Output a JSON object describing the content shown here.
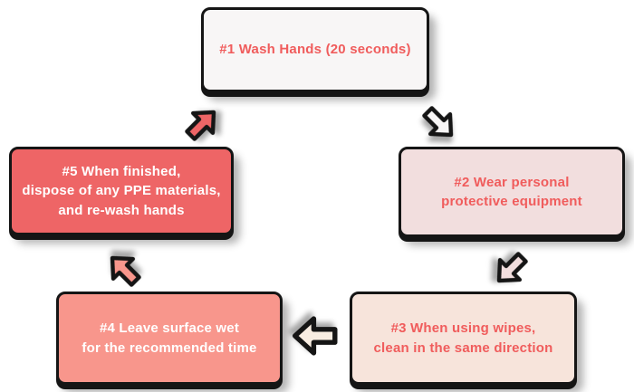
{
  "colors": {
    "background": "#FFFFFF",
    "outline": "#151515",
    "accent_red": "#F05C5C"
  },
  "boxes": [
    {
      "id": "step-1",
      "fill": "#F8F6F6",
      "text_color": "#F05C5C",
      "lines": [
        "#1 Wash Hands (20 seconds)"
      ]
    },
    {
      "id": "step-2",
      "fill": "#F2DEDE",
      "text_color": "#F05C5C",
      "lines": [
        "#2 Wear personal",
        "protective equipment"
      ]
    },
    {
      "id": "step-3",
      "fill": "#F7E4DB",
      "text_color": "#F05C5C",
      "lines": [
        "#3 When using wipes,",
        "clean in the same direction"
      ]
    },
    {
      "id": "step-4",
      "fill": "#F8968C",
      "text_color": "#FFFFFF",
      "lines": [
        "#4 Leave surface wet",
        "for the recommended time"
      ]
    },
    {
      "id": "step-5",
      "fill": "#EE6566",
      "text_color": "#FFFFFF",
      "lines": [
        "#5 When finished,",
        "dispose of any PPE materials,",
        "and re-wash hands"
      ]
    }
  ],
  "arrows": [
    {
      "from": "step-1",
      "to": "step-2",
      "direction": "down-right",
      "fill": "#F8F6F6"
    },
    {
      "from": "step-2",
      "to": "step-3",
      "direction": "down-left",
      "fill": "#F2DEDE"
    },
    {
      "from": "step-3",
      "to": "step-4",
      "direction": "left",
      "fill": "#F8EDE2"
    },
    {
      "from": "step-4",
      "to": "step-5",
      "direction": "up-left",
      "fill": "#F8968C"
    },
    {
      "from": "step-5",
      "to": "step-1",
      "direction": "up-right",
      "fill": "#EE6566"
    }
  ]
}
